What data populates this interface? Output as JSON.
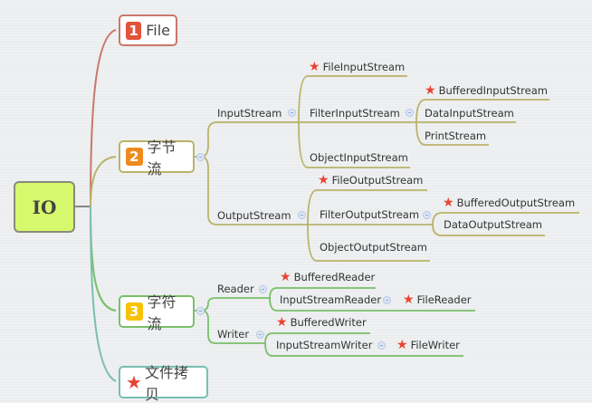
{
  "root": {
    "label": "IO"
  },
  "branches": [
    {
      "number": "1",
      "label": "File",
      "color": "#c9776c"
    },
    {
      "number": "2",
      "label": "字节流",
      "color": "#b9b36a"
    },
    {
      "number": "3",
      "label": "字符流",
      "color": "#7bbf6a"
    },
    {
      "icon": "star-icon",
      "label": "文件拷贝",
      "color": "#79bfb0"
    }
  ],
  "byte_stream": {
    "input": {
      "label": "InputStream",
      "children": [
        "FileInputStream",
        "FilterInputStream",
        "ObjectInputStream"
      ],
      "filter_children": [
        "BufferedInputStream",
        "DataInputStream",
        "PrintStream"
      ]
    },
    "output": {
      "label": "OutputStream",
      "children": [
        "FileOutputStream",
        "FilterOutputStream",
        "ObjectOutputStream"
      ],
      "filter_children": [
        "BufferedOutputStream",
        "DataOutputStream"
      ]
    }
  },
  "char_stream": {
    "reader": {
      "label": "Reader",
      "children": [
        "BufferedReader",
        "InputStreamReader"
      ],
      "isr_child": "FileReader"
    },
    "writer": {
      "label": "Writer",
      "children": [
        "BufferedWriter",
        "InputStreamWriter"
      ],
      "isw_child": "FileWriter"
    }
  }
}
